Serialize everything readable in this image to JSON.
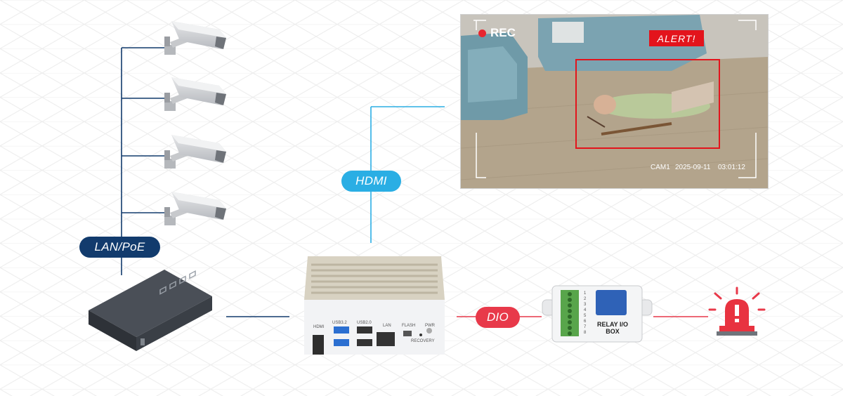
{
  "labels": {
    "lan_poe": "LAN/PoE",
    "hdmi": "HDMI",
    "dio": "DIO"
  },
  "monitor": {
    "rec": "REC",
    "alert": "ALERT!",
    "camera": "CAM1",
    "date": "2025-09-11",
    "time": "03:01:12"
  },
  "device_ports": {
    "hdmi": "HDMI",
    "usb32": "USB3.2",
    "usb20": "USB2.0",
    "lan": "LAN",
    "flash": "FLASH",
    "pwr": "PWR",
    "recovery": "RECOVERY"
  },
  "relay_box": {
    "line1": "RELAY I/O",
    "line2": "BOX",
    "terminals": [
      "1",
      "2",
      "3",
      "4",
      "5",
      "6",
      "7",
      "8"
    ]
  },
  "colors": {
    "lan_line": "#123b6d",
    "hdmi_line": "#2aaee4",
    "dio_line": "#e8394a",
    "alert_red": "#e3141c"
  }
}
